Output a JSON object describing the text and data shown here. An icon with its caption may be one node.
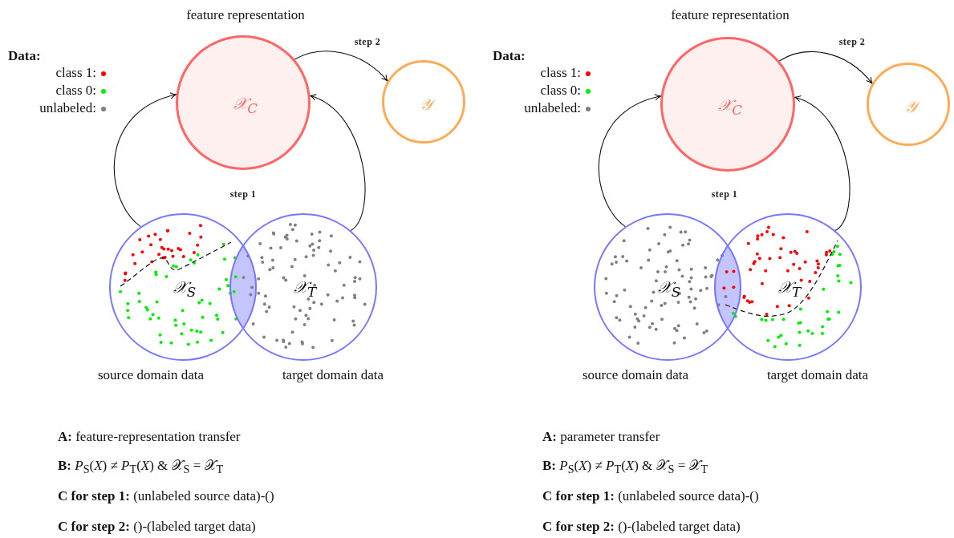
{
  "diagram": {
    "nodes": [
      {
        "text": [
          "feature representation",
          "𝒳$_{C}$"
        ]
      },
      {
        "text": [
          "𝒴"
        ]
      },
      {
        "text": [
          "𝒳$_{S}$"
        ],
        "beside": [
          "source domain data"
        ]
      },
      {
        "text": [
          "𝒳$_{T}$"
        ],
        "beside": [
          "target domain data"
        ]
      },
      {
        "text": [
          "feature representation",
          "𝒳$_{C}$"
        ]
      },
      {
        "text": [
          "𝒴"
        ]
      },
      {
        "text": [
          "𝒳$_{S}$"
        ],
        "beside": [
          "source domain data"
        ]
      },
      {
        "text": [
          "𝒳$_{T}$"
        ],
        "beside": [
          "target domain data"
        ]
      }
    ],
    "edges": [
      {
        "from": 2,
        "to": 0,
        "arrow": "to"
      },
      {
        "from": 3,
        "to": 0,
        "arrow": "to"
      },
      {
        "from": 0,
        "to": 1,
        "arrow": "to",
        "label": "step 2"
      },
      {
        "from": 6,
        "to": 4,
        "arrow": "to"
      },
      {
        "from": 7,
        "to": 4,
        "arrow": "to"
      },
      {
        "from": 4,
        "to": 5,
        "arrow": "to",
        "label": "step 2"
      }
    ],
    "labels": [
      "Data:",
      "step 1",
      "**A:** feature-representation transfer",
      "**B:** *P*$_{S}$(*X*) ≠ *P*$_{T}$(*X*) & 𝒳$_{S}$ = 𝒳$_{T}$",
      "**C for step 1:** (unlabeled source data)-()",
      "**C for step 2:** ()-(labeled target data)",
      "Data:",
      "step 1",
      "**A:** parameter transfer",
      "**B:** *P*$_{S}$(*X*) ≠ *P*$_{T}$(*X*) & 𝒳$_{S}$ = 𝒳$_{T}$",
      "**C for step 1:** (unlabeled source data)-()",
      "**C for step 2:** ()-(labeled target data)"
    ],
    "legend": [
      {
        "text": "class 1:",
        "color": "#ff0000"
      },
      {
        "text": "class 0:",
        "color": "#00ee00"
      },
      {
        "text": "unlabeled:",
        "color": "#808080"
      },
      {
        "text": "class 1:",
        "color": "#ff0000"
      },
      {
        "text": "class 0:",
        "color": "#00ee00"
      },
      {
        "text": "unlabeled:",
        "color": "#808080"
      }
    ]
  }
}
